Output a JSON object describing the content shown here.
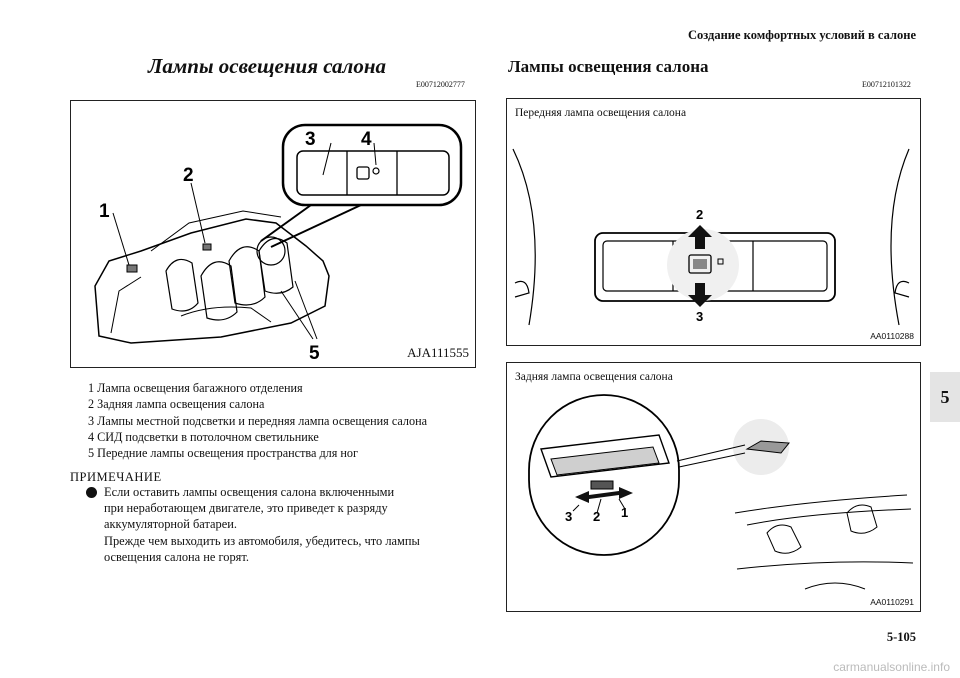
{
  "header": "Создание комфортных условий в салоне",
  "left": {
    "title": "Лампы освещения салона",
    "code": "E00712002777",
    "figure_code": "AJA111555",
    "callouts": [
      "1",
      "2",
      "3",
      "4",
      "5"
    ],
    "legend": [
      "1  Лампа освещения багажного отделения",
      "2  Задняя лампа освещения салона",
      "3  Лампы местной подсветки и передняя лампа освещения салона",
      "4  СИД подсветки в потолочном светильнике",
      "5  Передние лампы освещения пространства для ног"
    ],
    "note_head": "ПРИМЕЧАНИЕ",
    "note_lines": [
      "Если оставить лампы освещения салона включенными",
      "при неработающем двигателе, это приведет к разряду",
      "аккумуляторной батареи.",
      "Прежде чем выходить из автомобиля, убедитесь, что лампы",
      "освещения салона не горят."
    ]
  },
  "right": {
    "title": "Лампы освещения салона",
    "code": "E00712101322",
    "front": {
      "caption": "Передняя лампа освещения салона",
      "figure_code": "AA0110288",
      "labels": [
        "2",
        "3"
      ]
    },
    "rear": {
      "caption": "Задняя лампа освещения салона",
      "figure_code": "AA0110291",
      "labels": [
        "3",
        "2",
        "1"
      ]
    }
  },
  "chapter_tab": "5",
  "page_number": "5-105",
  "watermark": "carmanualsonline.info"
}
